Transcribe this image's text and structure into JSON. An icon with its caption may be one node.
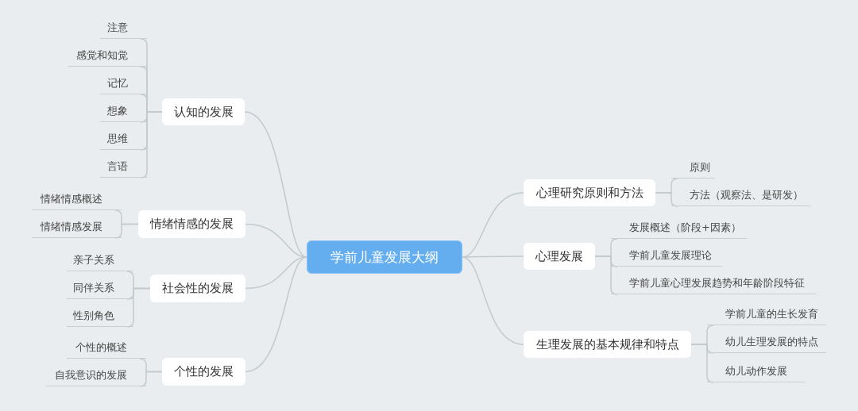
{
  "diagram": {
    "nodes": [
      {
        "text": [
          "学前儿童发展大纲"
        ]
      },
      {
        "text": [
          "认知的发展"
        ]
      },
      {
        "text": [
          "注意"
        ]
      },
      {
        "text": [
          "感觉和知觉"
        ]
      },
      {
        "text": [
          "记忆"
        ]
      },
      {
        "text": [
          "想象"
        ]
      },
      {
        "text": [
          "思维"
        ]
      },
      {
        "text": [
          "言语"
        ]
      },
      {
        "text": [
          "情绪情感的发展"
        ]
      },
      {
        "text": [
          "情绪情感概述"
        ]
      },
      {
        "text": [
          "情绪情感发展"
        ]
      },
      {
        "text": [
          "社会性的发展"
        ]
      },
      {
        "text": [
          "亲子关系"
        ]
      },
      {
        "text": [
          "同伴关系"
        ]
      },
      {
        "text": [
          "性别角色"
        ]
      },
      {
        "text": [
          "个性的发展"
        ]
      },
      {
        "text": [
          "个性的概述"
        ]
      },
      {
        "text": [
          "自我意识的发展"
        ]
      },
      {
        "text": [
          "心理研究原则和方法"
        ]
      },
      {
        "text": [
          "原则"
        ]
      },
      {
        "text": [
          "方法（观察法、是研发）"
        ]
      },
      {
        "text": [
          "心理发展"
        ]
      },
      {
        "text": [
          "发展概述（阶段+因素）"
        ]
      },
      {
        "text": [
          "学前儿童发展理论"
        ]
      },
      {
        "text": [
          "学前儿童心理发展趋势和年龄阶段特征"
        ]
      },
      {
        "text": [
          "生理发展的基本规律和特点"
        ]
      },
      {
        "text": [
          "学前儿童的生长发育"
        ]
      },
      {
        "text": [
          "幼儿生理发展的特点"
        ]
      },
      {
        "text": [
          "幼儿动作发展"
        ]
      }
    ],
    "edges": [
      {
        "from": 0,
        "to": 1,
        "arrow": "none"
      },
      {
        "from": 1,
        "to": 2,
        "arrow": "none"
      },
      {
        "from": 1,
        "to": 3,
        "arrow": "none"
      },
      {
        "from": 1,
        "to": 4,
        "arrow": "none"
      },
      {
        "from": 1,
        "to": 5,
        "arrow": "none"
      },
      {
        "from": 1,
        "to": 6,
        "arrow": "none"
      },
      {
        "from": 1,
        "to": 7,
        "arrow": "none"
      },
      {
        "from": 0,
        "to": 8,
        "arrow": "none"
      },
      {
        "from": 8,
        "to": 9,
        "arrow": "none"
      },
      {
        "from": 8,
        "to": 10,
        "arrow": "none"
      },
      {
        "from": 0,
        "to": 11,
        "arrow": "none"
      },
      {
        "from": 11,
        "to": 12,
        "arrow": "none"
      },
      {
        "from": 11,
        "to": 13,
        "arrow": "none"
      },
      {
        "from": 11,
        "to": 14,
        "arrow": "none"
      },
      {
        "from": 0,
        "to": 15,
        "arrow": "none"
      },
      {
        "from": 15,
        "to": 16,
        "arrow": "none"
      },
      {
        "from": 15,
        "to": 17,
        "arrow": "none"
      },
      {
        "from": 0,
        "to": 18,
        "arrow": "none"
      },
      {
        "from": 18,
        "to": 19,
        "arrow": "none"
      },
      {
        "from": 18,
        "to": 20,
        "arrow": "none"
      },
      {
        "from": 0,
        "to": 21,
        "arrow": "none"
      },
      {
        "from": 21,
        "to": 22,
        "arrow": "none"
      },
      {
        "from": 21,
        "to": 23,
        "arrow": "none"
      },
      {
        "from": 21,
        "to": 24,
        "arrow": "none"
      },
      {
        "from": 0,
        "to": 25,
        "arrow": "none"
      },
      {
        "from": 25,
        "to": 26,
        "arrow": "none"
      },
      {
        "from": 25,
        "to": 27,
        "arrow": "none"
      },
      {
        "from": 25,
        "to": 28,
        "arrow": "none"
      }
    ]
  }
}
